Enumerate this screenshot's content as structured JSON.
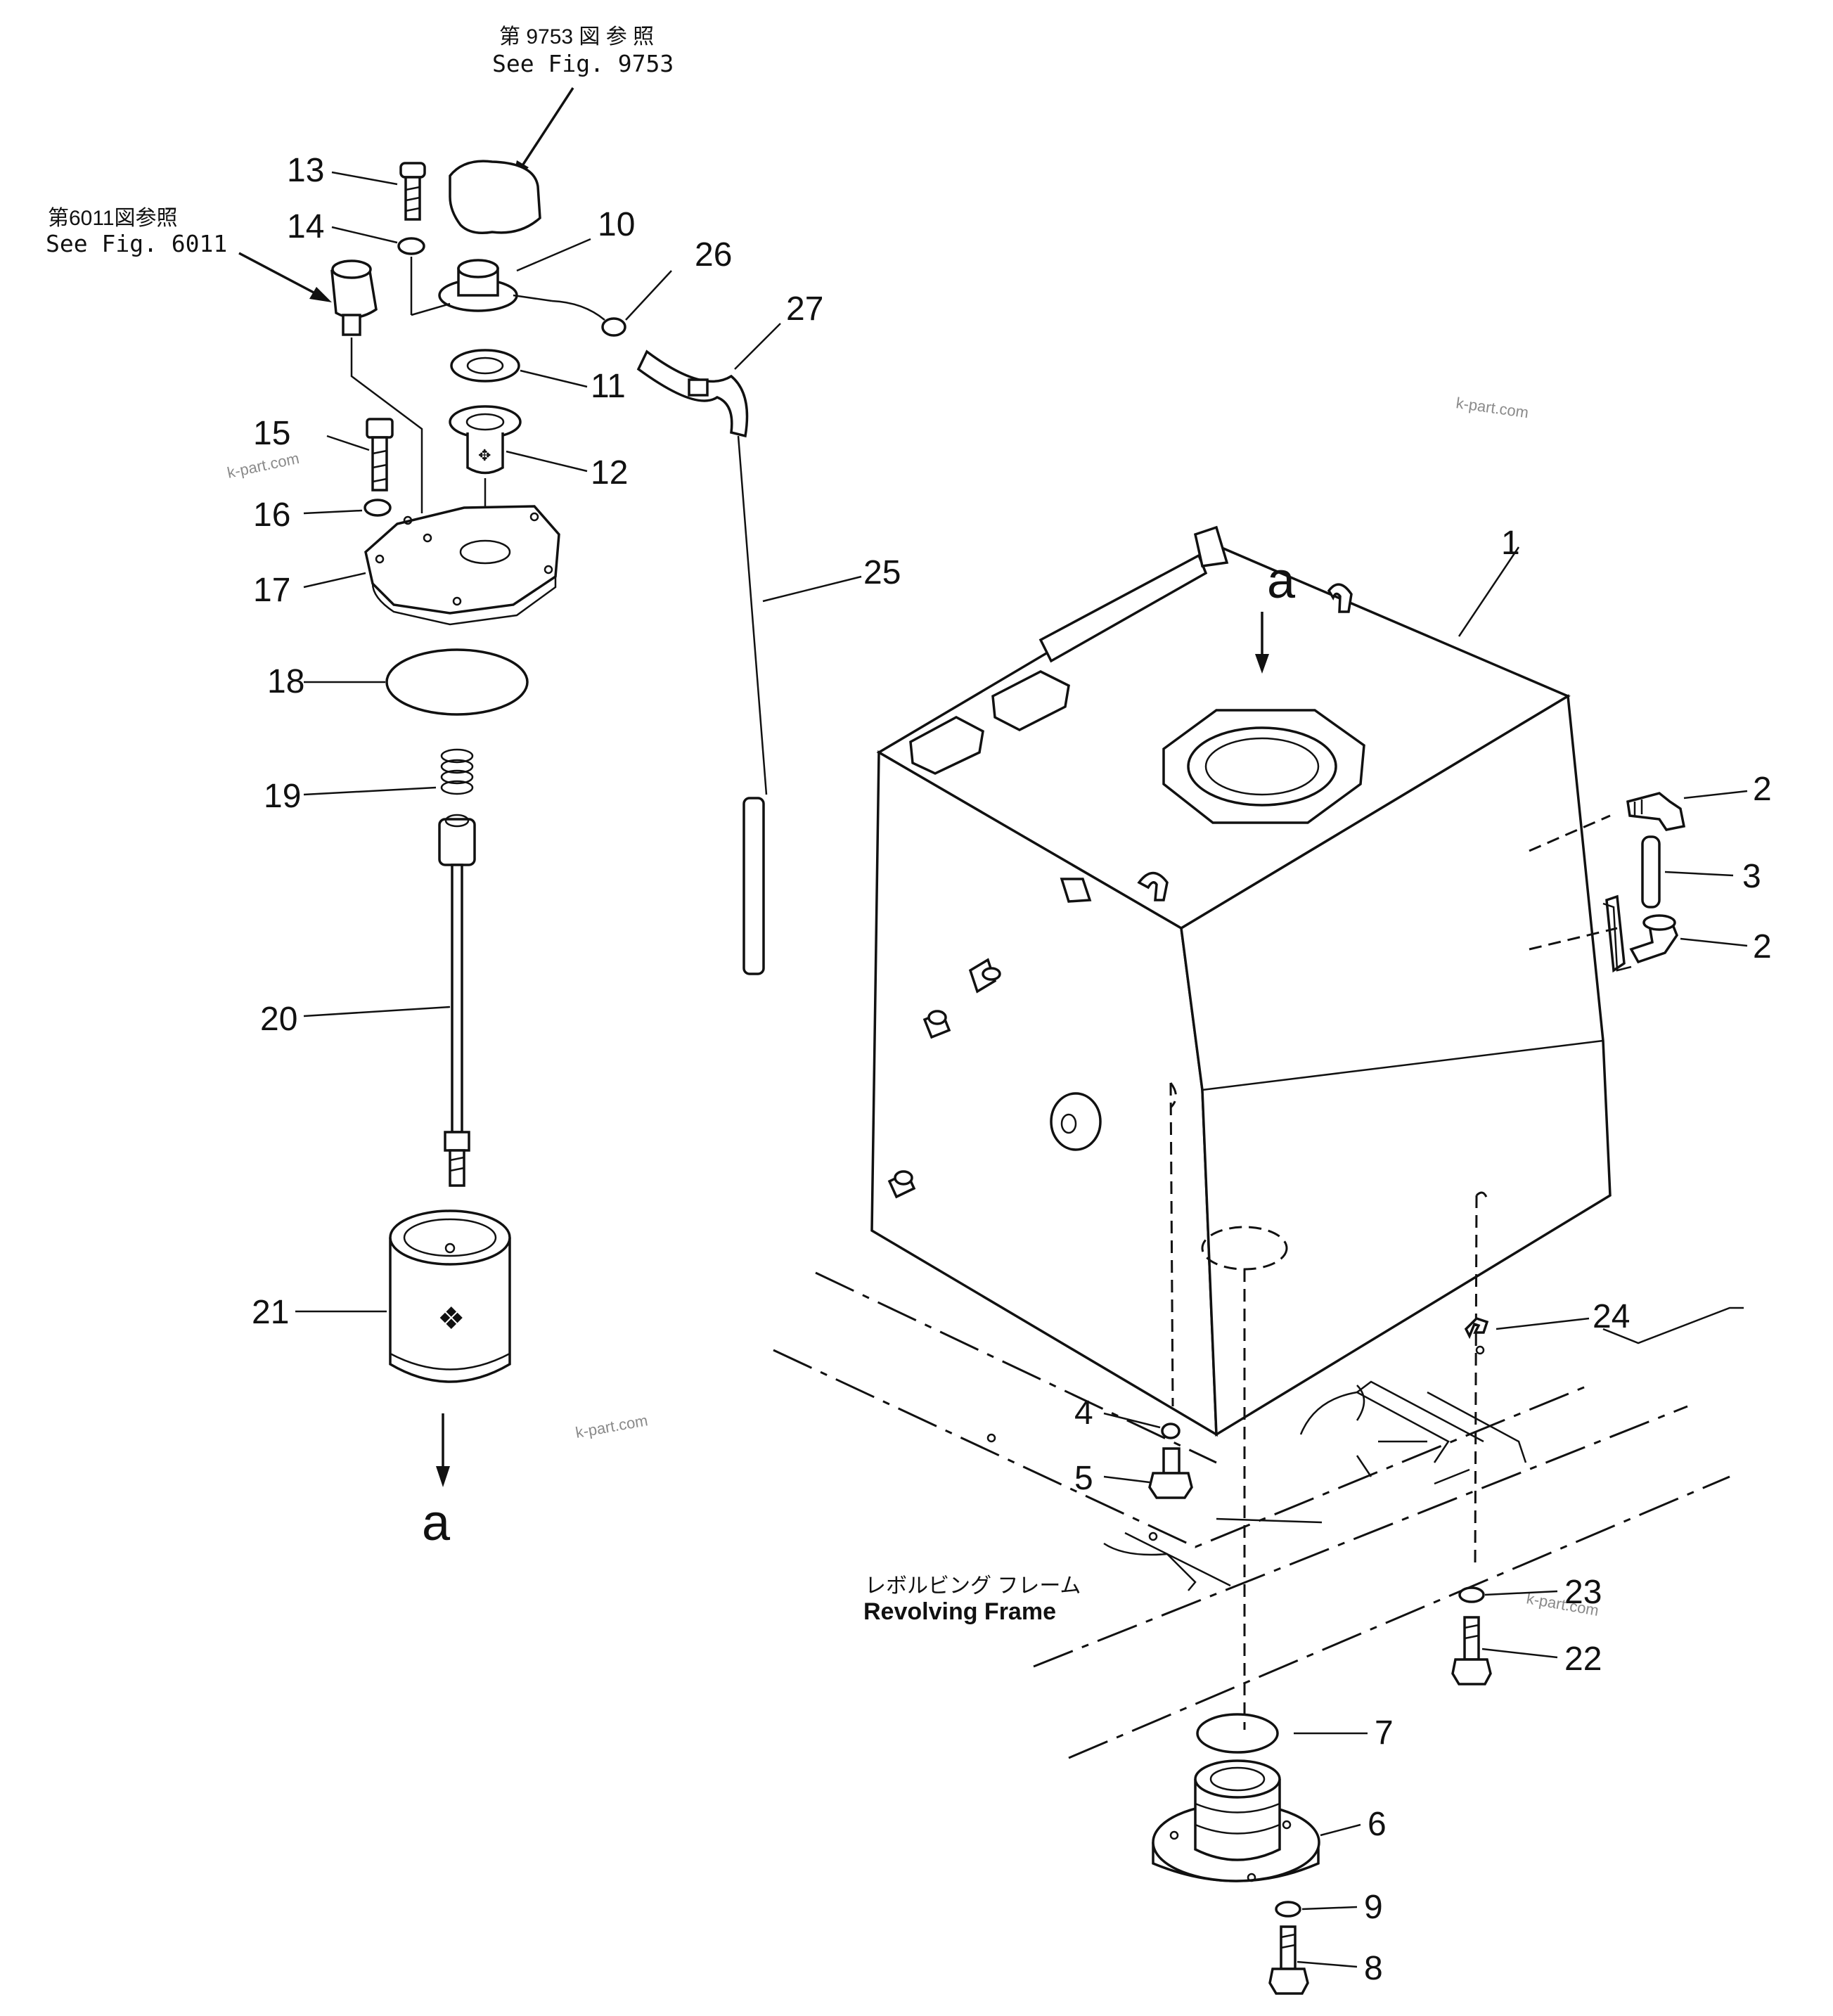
{
  "references": {
    "fig9753_jp": "第 9753 図 参 照",
    "fig9753_en": "See Fig. 9753",
    "fig6011_jp": "第6011図参照",
    "fig6011_en": "See Fig. 6011"
  },
  "frame": {
    "jp": "レボルビング フレーム",
    "en": "Revolving Frame"
  },
  "view_marks": {
    "top": "a",
    "bottom": "a"
  },
  "watermark": "k-part.com",
  "callouts": {
    "p1": "1",
    "p2a": "2",
    "p2b": "2",
    "p3": "3",
    "p4": "4",
    "p5": "5",
    "p6": "6",
    "p7": "7",
    "p8": "8",
    "p9": "9",
    "p10": "10",
    "p11": "11",
    "p12": "12",
    "p13": "13",
    "p14": "14",
    "p15": "15",
    "p16": "16",
    "p17": "17",
    "p18": "18",
    "p19": "19",
    "p20": "20",
    "p21": "21",
    "p22": "22",
    "p23": "23",
    "p24": "24",
    "p25": "25",
    "p26": "26",
    "p27": "27"
  }
}
